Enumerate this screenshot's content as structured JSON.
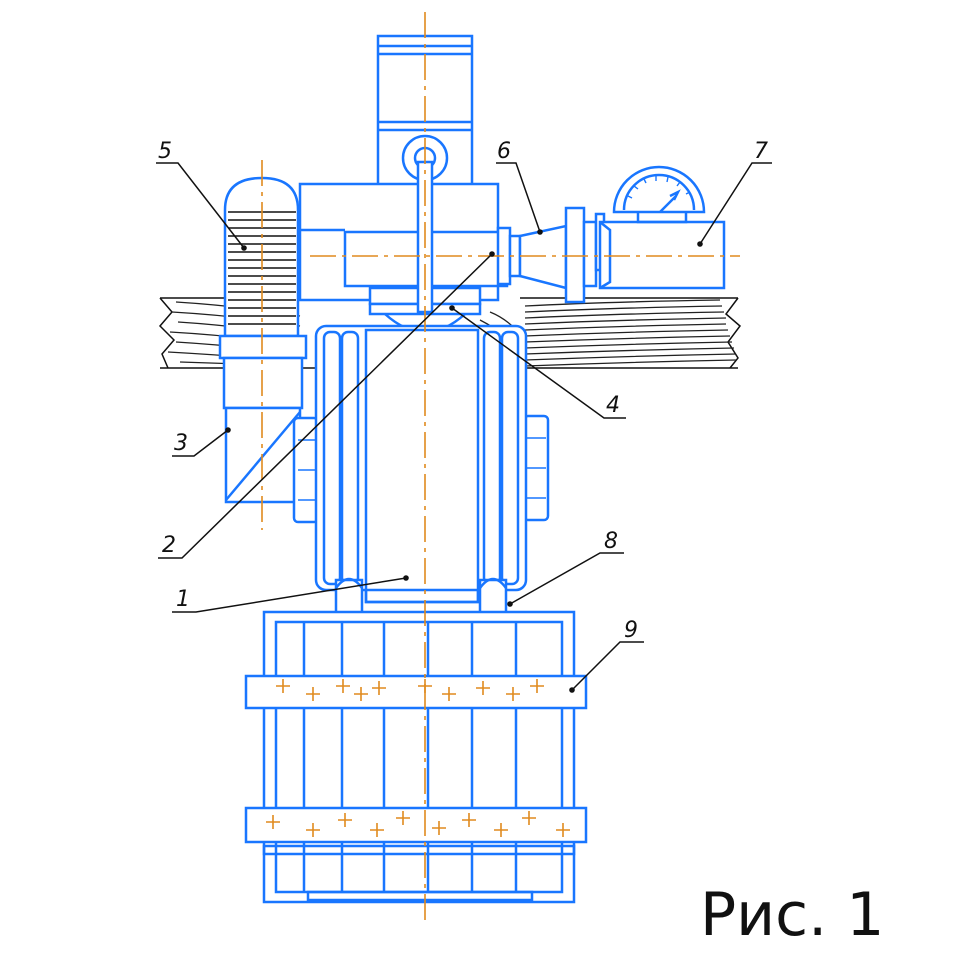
{
  "figure": {
    "caption": "Рис. 1",
    "callouts": [
      {
        "id": "c1",
        "label": "1"
      },
      {
        "id": "c2",
        "label": "2"
      },
      {
        "id": "c3",
        "label": "3"
      },
      {
        "id": "c4",
        "label": "4"
      },
      {
        "id": "c5",
        "label": "5"
      },
      {
        "id": "c6",
        "label": "6"
      },
      {
        "id": "c7",
        "label": "7"
      },
      {
        "id": "c8",
        "label": "8"
      },
      {
        "id": "c9",
        "label": "9"
      }
    ],
    "colors": {
      "part_outline": "#1976ff",
      "center_axis": "#e08a1e",
      "leader_line": "#111111"
    }
  }
}
